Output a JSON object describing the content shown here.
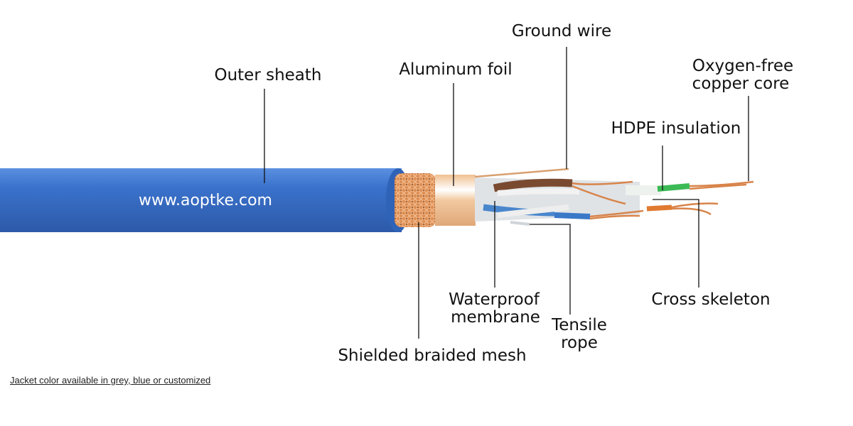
{
  "title": "Cable structure diagram",
  "watermark": "www.aoptke.com",
  "labels": {
    "outer_sheath": "Outer sheath",
    "aluminum_foil": "Aluminum foil",
    "ground_wire": "Ground wire",
    "copper_core_1": "Oxygen-free",
    "copper_core_2": "copper core",
    "hdpe_insulation": "HDPE insulation",
    "cross_skeleton": "Cross skeleton",
    "tensile_rope_1": "Tensile",
    "tensile_rope_2": "rope",
    "waterproof_1": "Waterproof",
    "waterproof_2": "membrane",
    "braided_mesh": "Shielded braided mesh"
  },
  "note": "Jacket color available in grey, blue or customized",
  "colors": {
    "jacket": "#3a6fc4",
    "braid": "#d9925a",
    "foil": "#f0c8a0",
    "copper": "#d8834a"
  }
}
